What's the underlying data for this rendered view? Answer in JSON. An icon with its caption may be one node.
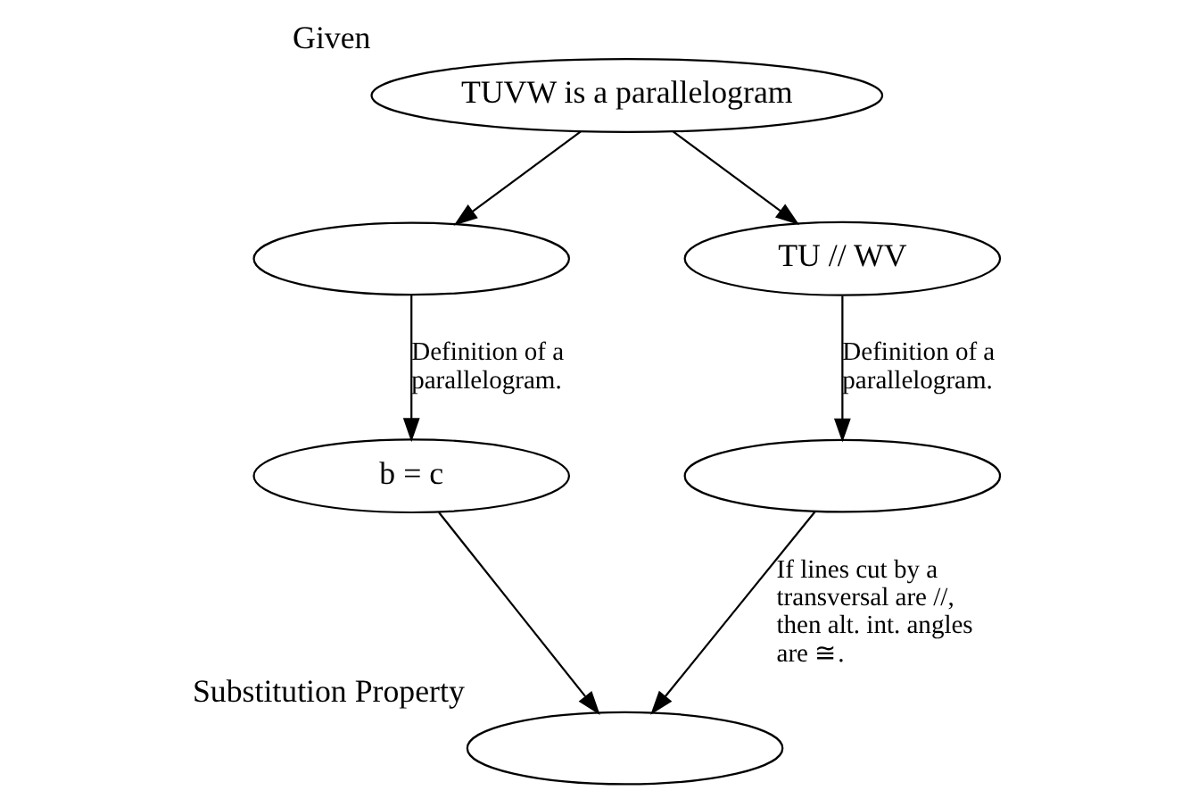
{
  "diagram": {
    "nodes": [
      {
        "text": [
          "TUVW is a parallelogram"
        ],
        "beside": [
          "Given"
        ]
      },
      {
        "text": [],
        "shape": "ellipse"
      },
      {
        "text": [
          "TU // WV"
        ]
      },
      {
        "text": [
          "b = c"
        ]
      },
      {
        "text": [],
        "shape": "ellipse"
      },
      {
        "text": [],
        "shape": "ellipse",
        "beside": [
          "Substitution Property"
        ]
      }
    ],
    "edges": [
      {
        "from": 0,
        "to": 1,
        "arrow": "to"
      },
      {
        "from": 0,
        "to": 2,
        "arrow": "to"
      },
      {
        "from": 1,
        "to": 3,
        "arrow": "to",
        "label": "Definition of a parallelogram."
      },
      {
        "from": 2,
        "to": 4,
        "arrow": "to",
        "label": "Definition of a parallelogram."
      },
      {
        "from": 3,
        "to": 5,
        "arrow": "to"
      },
      {
        "from": 4,
        "to": 5,
        "arrow": "to",
        "label": "If lines cut by a transversal are //, then alt. int. angles are ≅."
      }
    ]
  }
}
